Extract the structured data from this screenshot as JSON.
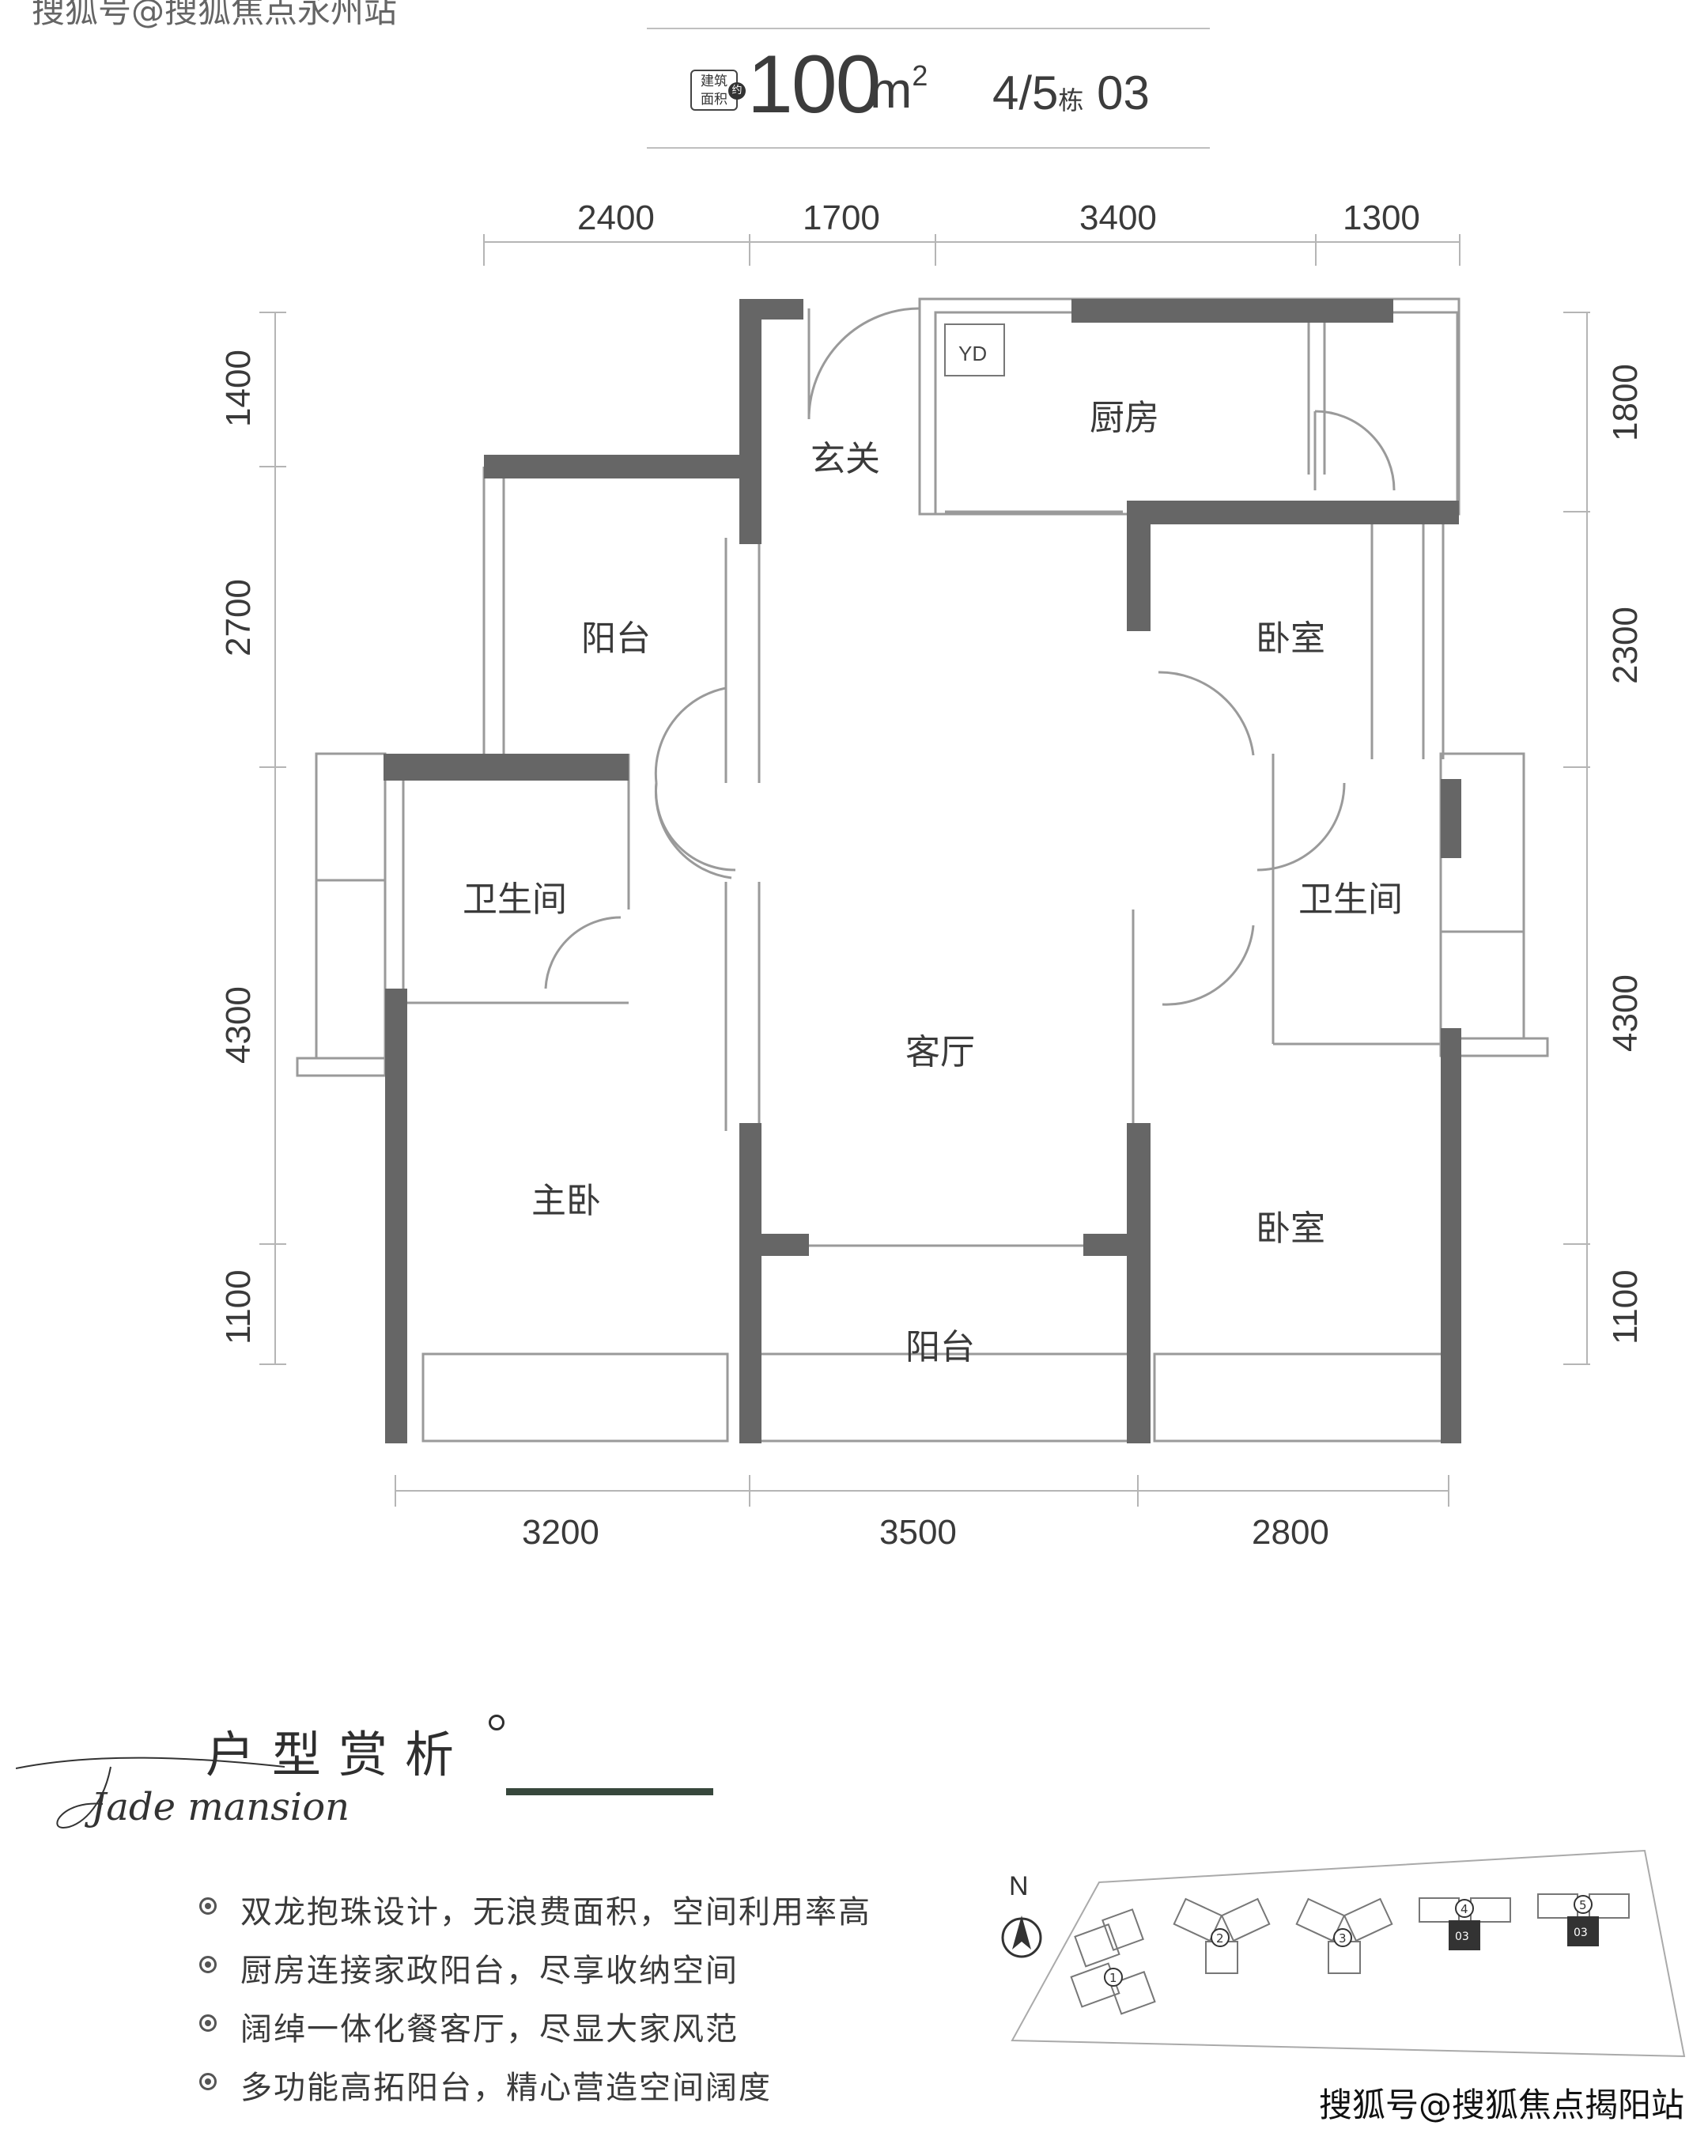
{
  "watermarks": {
    "top": "搜狐号@搜狐焦点永州站",
    "bottom": "搜狐号@搜狐焦点揭阳站"
  },
  "header": {
    "area_badge_line1": "建筑",
    "area_badge_line2": "面积",
    "area_badge_suffix": "约",
    "area_value": "100",
    "area_unit": "m",
    "area_unit_power": "2",
    "building": "4/5",
    "building_suffix": "栋",
    "unit_no": "03"
  },
  "floorplan": {
    "rooms": {
      "entrance": "玄关",
      "kitchen": "厨房",
      "appliance": "YD",
      "balcony_top": "阳台",
      "bedroom_top_right": "卧室",
      "bathroom_left": "卫生间",
      "bathroom_right": "卫生间",
      "living": "客厅",
      "master_bedroom": "主卧",
      "bedroom_bottom_right": "卧室",
      "balcony_bottom": "阳台"
    },
    "dimensions": {
      "top": [
        "2400",
        "1700",
        "3400",
        "1300"
      ],
      "bottom": [
        "3200",
        "3500",
        "2800"
      ],
      "left": [
        "1400",
        "2700",
        "4300",
        "1100"
      ],
      "right": [
        "1800",
        "2300",
        "4300",
        "1100"
      ]
    }
  },
  "analysis": {
    "title": "户型赏析",
    "brand_script": "Jade mansion",
    "features": [
      "双龙抱珠设计，无浪费面积，空间利用率高",
      "厨房连接家政阳台，尽享收纳空间",
      "阔绰一体化餐客厅，尽显大家风范",
      "多功能高拓阳台，精心营造空间阔度"
    ]
  },
  "site_map": {
    "north": "N",
    "buildings": [
      "1",
      "2",
      "3",
      "4",
      "5"
    ],
    "unit_marks": [
      "03",
      "03"
    ]
  },
  "colors": {
    "wall": "#666666",
    "accent_bar": "#37473c"
  }
}
